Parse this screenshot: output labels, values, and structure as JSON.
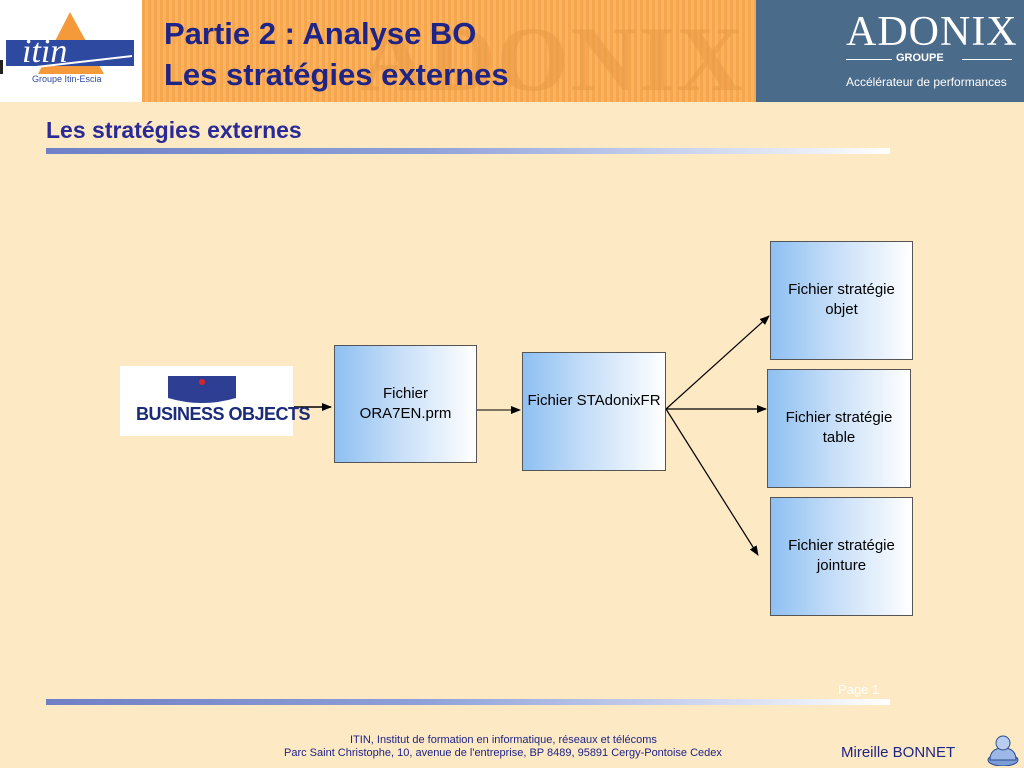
{
  "header": {
    "title_line1": "Partie 2 : Analyse BO",
    "title_line2": "Les stratégies externes",
    "watermark": "ADONIX",
    "left_logo": {
      "wordmark": "itin",
      "caption": "Groupe Itin-Escia"
    },
    "right_logo": {
      "wordmark": "ADONIX",
      "groupe": "GROUPE",
      "tagline": "Accélérateur de performances"
    }
  },
  "section": {
    "title": "Les stratégies externes"
  },
  "diagram": {
    "source_logo": "BUSINESS OBJECTS",
    "boxes": {
      "prm": "Fichier ORA7EN.prm",
      "stadonix": "Fichier STAdonixFR",
      "objet": "Fichier stratégie objet",
      "table": "Fichier stratégie table",
      "jointure": "Fichier stratégie jointure"
    }
  },
  "page_label": "Page 1",
  "footer": {
    "line1": "ITIN, Institut de formation en informatique, réseaux et télécoms",
    "line2": "Parc Saint Christophe, 10, avenue de l'entreprise, BP 8489, 95891 Cergy-Pontoise Cedex",
    "author": "Mireille BONNET"
  },
  "colors": {
    "title_blue": "#1f2487",
    "header_orange": "#f7a64d",
    "slide_background": "#fde9c4",
    "adonix_panel": "#4b6b8a"
  },
  "icons": [
    "itin-logo",
    "business-objects-logo",
    "adonix-logo",
    "user-icon"
  ]
}
